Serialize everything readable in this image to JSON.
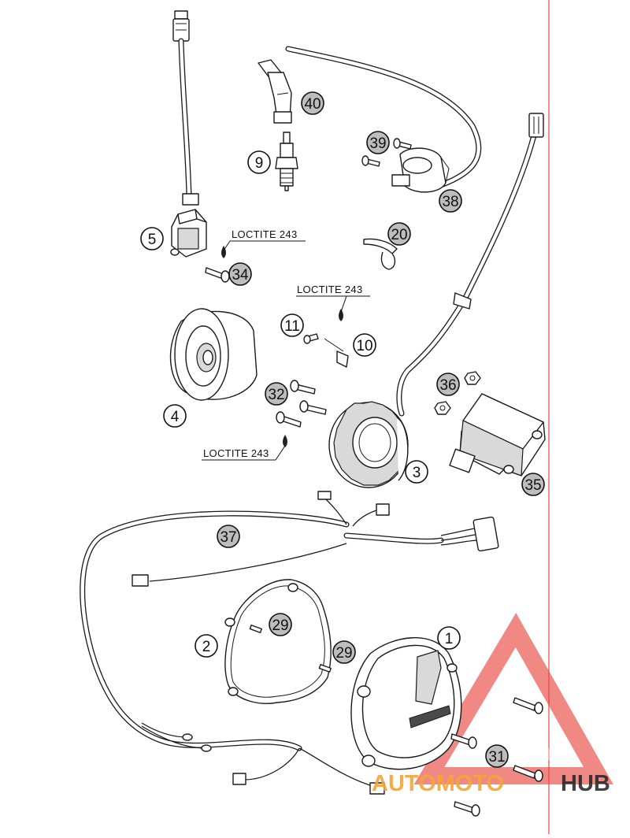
{
  "diagram": {
    "callouts": [
      {
        "id": "c1",
        "label": "1",
        "style": "white"
      },
      {
        "id": "c2",
        "label": "2",
        "style": "white"
      },
      {
        "id": "c3",
        "label": "3",
        "style": "white"
      },
      {
        "id": "c4",
        "label": "4",
        "style": "white"
      },
      {
        "id": "c5",
        "label": "5",
        "style": "white"
      },
      {
        "id": "c9",
        "label": "9",
        "style": "white"
      },
      {
        "id": "c10",
        "label": "10",
        "style": "white"
      },
      {
        "id": "c11",
        "label": "11",
        "style": "white"
      },
      {
        "id": "c20",
        "label": "20",
        "style": "grey"
      },
      {
        "id": "c29a",
        "label": "29",
        "style": "grey"
      },
      {
        "id": "c29b",
        "label": "29",
        "style": "grey"
      },
      {
        "id": "c31",
        "label": "31",
        "style": "grey"
      },
      {
        "id": "c32",
        "label": "32",
        "style": "grey"
      },
      {
        "id": "c34",
        "label": "34",
        "style": "grey"
      },
      {
        "id": "c35",
        "label": "35",
        "style": "grey"
      },
      {
        "id": "c36",
        "label": "36",
        "style": "grey"
      },
      {
        "id": "c37",
        "label": "37",
        "style": "grey"
      },
      {
        "id": "c38",
        "label": "38",
        "style": "grey"
      },
      {
        "id": "c39",
        "label": "39",
        "style": "grey"
      },
      {
        "id": "c40",
        "label": "40",
        "style": "grey"
      }
    ],
    "loctite_labels": [
      {
        "id": "l1",
        "text": "LOCTITE 243"
      },
      {
        "id": "l2",
        "text": "LOCTITE 243"
      },
      {
        "id": "l3",
        "text": "LOCTITE 243"
      }
    ]
  },
  "watermark": {
    "text_part1": "AUTOMOTO",
    "text_part2": "HUB",
    "color_primary": "#e8463f",
    "color_secondary": "#f3a53a",
    "color_dark": "#222222"
  },
  "colors": {
    "margin_line": "#e8463f",
    "callout_grey": "#bdbdbd",
    "ink": "#1a1a1a"
  }
}
